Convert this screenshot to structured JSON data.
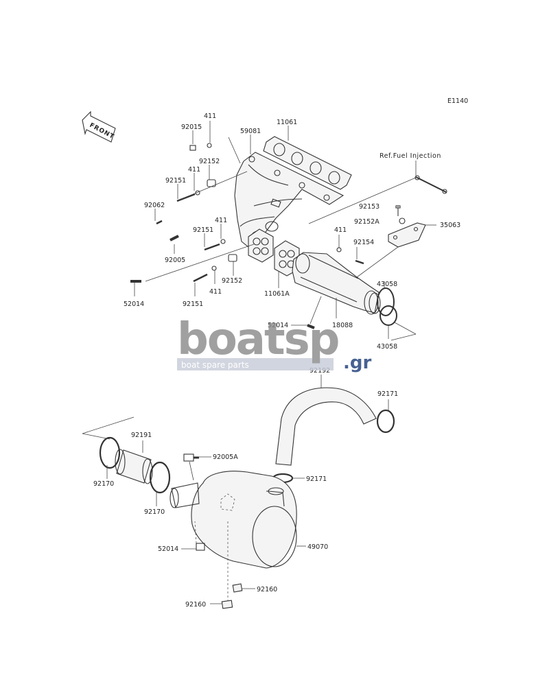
{
  "diagram": {
    "code": "E1140",
    "front_label": "FRONT",
    "ref_label": "Ref.Fuel Injection",
    "parts": {
      "p411a": "411",
      "p92015": "92015",
      "p59081": "59081",
      "p11061": "11061",
      "p92152a": "92152",
      "p411b": "411",
      "p92151a": "92151",
      "p92062": "92062",
      "p92151b": "92151",
      "p411c": "411",
      "p92005": "92005",
      "p52014a": "52014",
      "p92151c": "92151",
      "p411d": "411",
      "p92152b": "92152",
      "p11061A": "11061A",
      "p92153": "92153",
      "p92152A": "92152A",
      "p35063": "35063",
      "p411e": "411",
      "p92154": "92154",
      "p43058a": "43058",
      "p43058b": "43058",
      "p18088": "18088",
      "p52014b": "52014",
      "p92192": "92192",
      "p92171a": "92171",
      "p92191": "92191",
      "p92005A": "92005A",
      "p92171b": "92171",
      "p92170a": "92170",
      "p92170b": "92170",
      "p52014c": "52014",
      "p49070": "49070",
      "p92160a": "92160",
      "p92160b": "92160"
    }
  },
  "watermark": {
    "word": "boatsp",
    "suffix": ".gr",
    "tagline": "boat spare parts",
    "colors": {
      "gray": "#8c8c8c",
      "blue": "#1f3f7a",
      "band": "#c8ccd8"
    }
  }
}
